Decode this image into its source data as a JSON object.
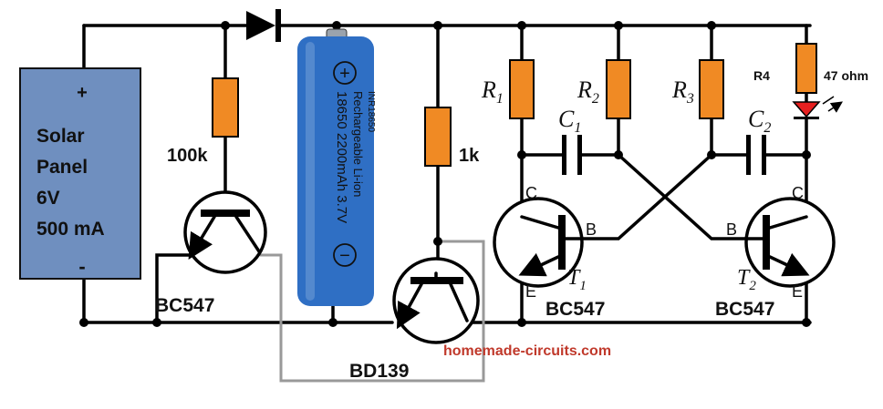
{
  "solar_panel": {
    "plus": "+",
    "line1": "Solar",
    "line2": "Panel",
    "line3": "6V",
    "line4": "500 mA",
    "minus": "-",
    "fill": "#6f8fbf"
  },
  "resistors": {
    "r_100k": "100k",
    "r_1k": "1k",
    "r4_name": "R4",
    "r4_value": "47 ohm",
    "r1": {
      "letter": "R",
      "sub": "1"
    },
    "r2": {
      "letter": "R",
      "sub": "2"
    },
    "r3": {
      "letter": "R",
      "sub": "3"
    },
    "fill": "#f08a24"
  },
  "capacitors": {
    "c1": {
      "letter": "C",
      "sub": "1"
    },
    "c2": {
      "letter": "C",
      "sub": "2"
    }
  },
  "battery": {
    "plus": "+",
    "minus": "−",
    "line1": "18650 2200mAh 3.7V",
    "line2": "Rechargeable Li-ion",
    "line3": "INR18650",
    "fill": "#2f6fc4"
  },
  "transistors": {
    "bc547_left": "BC547",
    "bd139": "BD139",
    "t1": {
      "letter": "T",
      "sub": "1",
      "part": "BC547",
      "c": "C",
      "b": "B",
      "e": "E"
    },
    "t2": {
      "letter": "T",
      "sub": "2",
      "part": "BC547",
      "c": "C",
      "b": "B",
      "e": "E"
    }
  },
  "led": {
    "color": "#e62020"
  },
  "watermark": {
    "text": "homemade-circuits.com",
    "color": "#c0392b"
  }
}
